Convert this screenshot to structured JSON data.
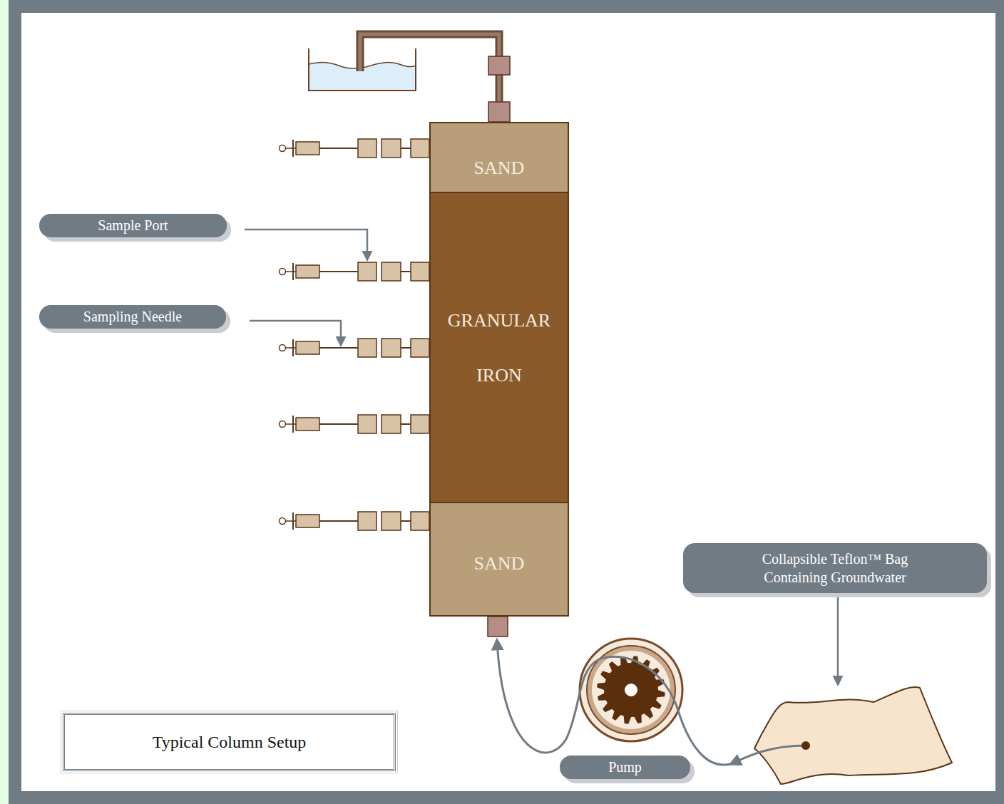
{
  "diagram": {
    "title": "Typical Column Setup",
    "nodes": [
      {
        "text": [
          "SAND"
        ]
      },
      {
        "text": [
          "Sample Port"
        ]
      },
      {
        "text": [
          "Sampling Needle"
        ]
      },
      {
        "text": [
          "GRANULAR IRON"
        ]
      },
      {
        "text": [
          "SAND"
        ]
      },
      {
        "text": [
          "Collapsible Teflon™ Bag Containing Groundwater"
        ]
      },
      {
        "text": [
          "Pump"
        ]
      }
    ]
  }
}
